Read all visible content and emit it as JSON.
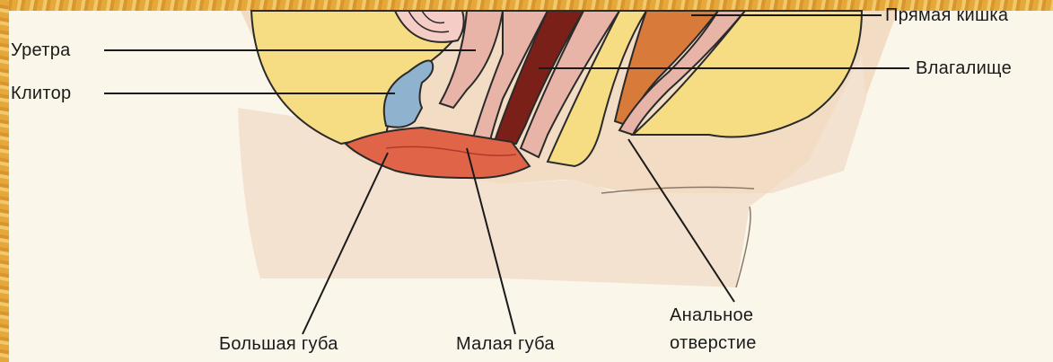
{
  "diagram": {
    "labels": {
      "urethra": "Уретра",
      "clitoris": "Клитор",
      "rectum": "Прямая кишка",
      "vagina": "Влагалище",
      "labia_majora": "Большая губа",
      "labia_minora": "Малая губа",
      "anus_line1": "Анальное",
      "anus_line2": "отверстие"
    },
    "colors": {
      "fat": "#f6dc82",
      "skin": "#f2dcc4",
      "labia": "#e06448",
      "clitoris": "#8fb2cf",
      "mucosa": "#e8b4a8",
      "vagina_wall": "#7a2018",
      "rectum": "#d87a3a",
      "frame": "#e4a93a"
    }
  }
}
